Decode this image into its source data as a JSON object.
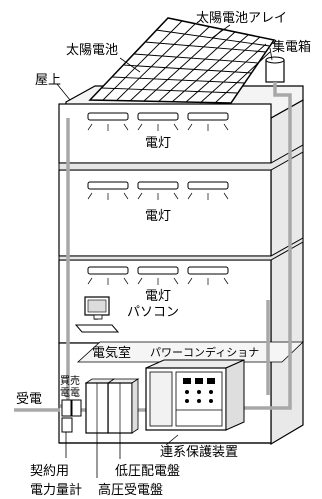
{
  "labels": {
    "solar_array": "太陽電池アレイ",
    "solar_cell": "太陽電池",
    "junction_box": "集電箱",
    "rooftop": "屋上",
    "light_top": "電灯",
    "light_mid": "電灯",
    "light_low": "電灯",
    "pc": "パソコン",
    "electrical_room": "電気室",
    "power_conditioner": "パワーコンディショナ",
    "incoming": "受電",
    "buy_sell_1": "買売",
    "buy_sell_2": "電電",
    "grid_protection": "連系保護装置",
    "low_voltage_panel": "低圧配電盤",
    "contract_meter_1": "契約用",
    "contract_meter_2": "電力量計",
    "high_voltage_panel": "高圧受電盤"
  }
}
